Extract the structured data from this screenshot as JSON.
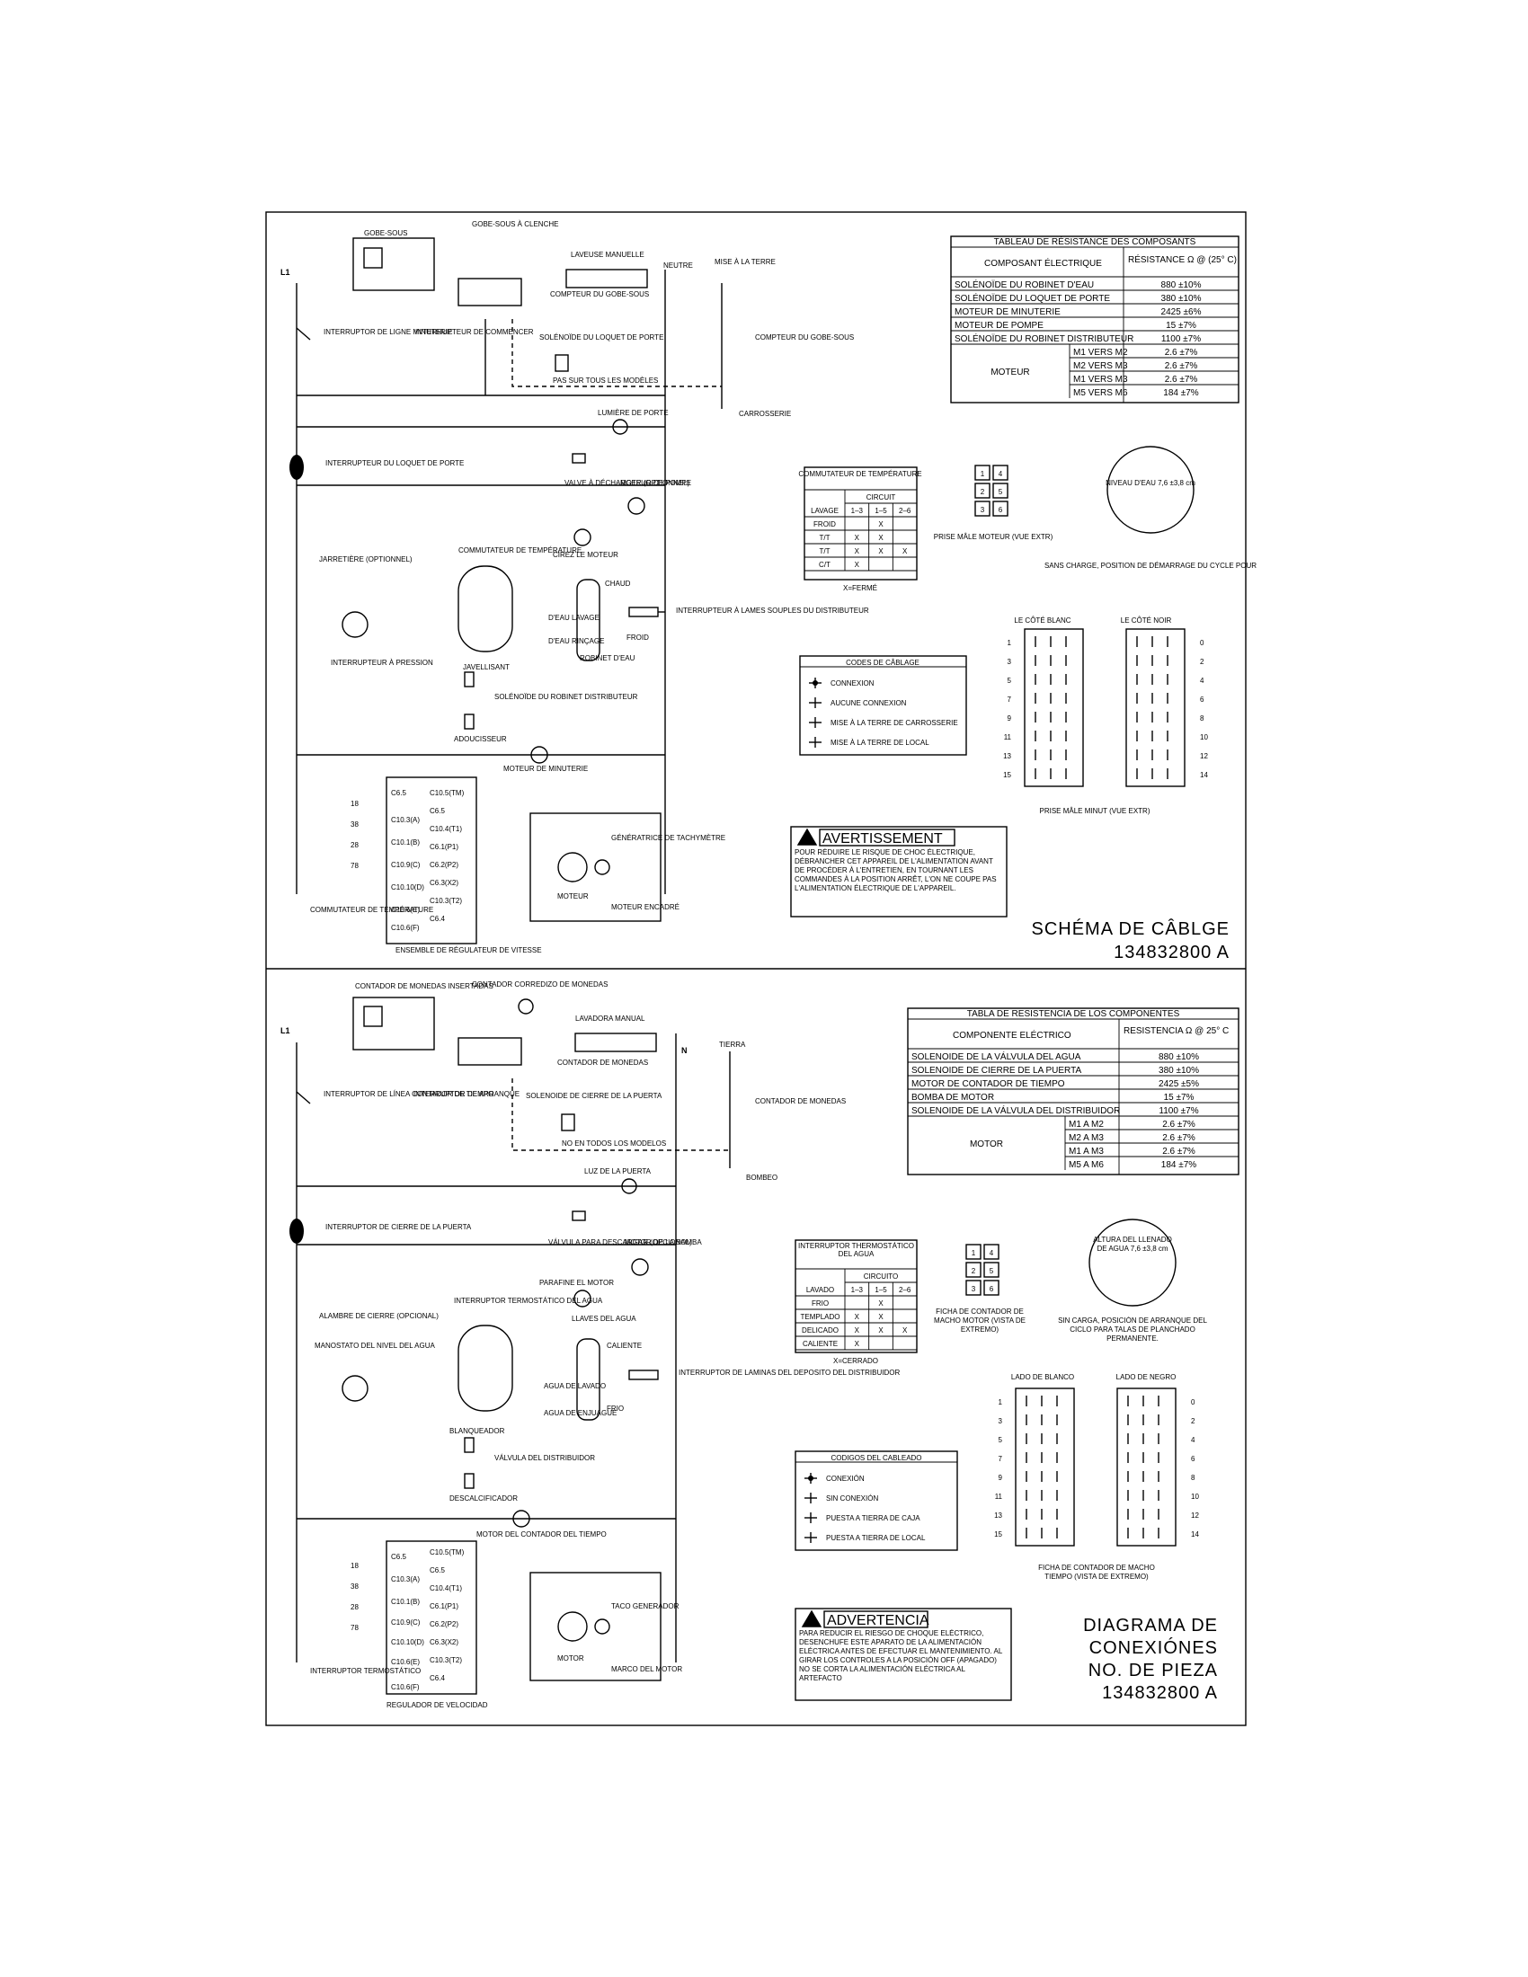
{
  "fr": {
    "l1": "L1",
    "neutre": "NEUTRE",
    "terre": "MISE À LA TERRE",
    "gobe_sous": "GOBE-SOUS",
    "gobe_sous_clenche": "GOBE-SOUS À CLENCHE",
    "laveuse_manuelle": "LAVEUSE MANUELLE",
    "compteur_gobe": "COMPTEUR DU GOBE-SOUS",
    "interrupteur_ligne": "INTERRUPTOR DE LIGNE MINUTERIE",
    "interrupteur_commencer": "INTERRUPTEUR DE COMMENCER",
    "solenoide_loquet": "SOLÉNOÏDE DU LOQUET DE PORTE",
    "compteur_gobe2": "COMPTEUR DU GOBE-SOUS",
    "pas_sur": "PAS SUR TOUS LES MODÈLES",
    "lumiere": "LUMIÈRE DE PORTE",
    "carrosserie": "CARROSSERIE",
    "interrupteur_loquet": "INTERRUPTEUR DU LOQUET DE PORTE",
    "valve": "VALVE À DÉCHARGER (OPTIONNEL)",
    "moteur_pompe": "MOTEUR DE POMPE",
    "cirez": "CIREZ LE MOTEUR",
    "jarretiere": "JARRETIÈRE (OPTIONNEL)",
    "commutateur_temp": "COMMUTATEUR DE TEMPÉRATURE",
    "chaud": "CHAUD",
    "froid": "FROID",
    "deau_lavage": "D'EAU LAVAGE",
    "deau_rincage": "D'EAU RINÇAGE",
    "robinet": "ROBINET D'EAU",
    "interrupteur_lames": "INTERRUPTEUR À LAMES SOUPLES DU DISTRIBUTEUR",
    "interrupteur_pression": "INTERRUPTEUR À PRESSION",
    "javellisant": "JAVELLISANT",
    "sol_distrib": "SOLÉNOÏDE DU ROBINET DISTRIBUTEUR",
    "adoucisseur": "ADOUCISSEUR",
    "moteur_minuterie": "MOTEUR DE MINUTERIE",
    "generatrice": "GÉNÉRATRICE DE TACHYMÈTRE",
    "moteur": "MOTEUR",
    "moteur_encadre": "MOTEUR ENCADRÉ",
    "commutateur_temp2": "COMMUTATEUR DE TEMPÉRATURE",
    "ensemble": "ENSEMBLE DE RÉGULATEUR DE VITESSE",
    "res_title": "TABLEAU DE RÉSISTANCE DES COMPOSANTS",
    "res_col1": "COMPOSANT ÉLECTRIQUE",
    "res_col2": "RÉSISTANCE Ω @ (25° C)",
    "res_rows": [
      [
        "SOLÉNOÏDE DU ROBINET D'EAU",
        "880 ±10%"
      ],
      [
        "SOLÉNOÏDE DU LOQUET DE PORTE",
        "380 ±10%"
      ],
      [
        "MOTEUR DE MINUTERIE",
        "2425 ±6%"
      ],
      [
        "MOTEUR DE POMPE",
        "15 ±7%"
      ],
      [
        "SOLÉNOÏDE DU ROBINET DISTRIBUTEUR",
        "1100 ±7%"
      ]
    ],
    "res_motor": "MOTEUR",
    "res_motor_rows": [
      [
        "M1 VERS M2",
        "2.6 ±7%"
      ],
      [
        "M2 VERS M3",
        "2.6 ±7%"
      ],
      [
        "M1 VERS M3",
        "2.6 ±7%"
      ],
      [
        "M5 VERS M6",
        "184 ±7%"
      ]
    ],
    "comm_title": "COMMUTATEUR DE TEMPÉRATURE",
    "comm_circuit": "CIRCUIT",
    "comm_head": [
      "LAVAGE",
      "1–3",
      "1–5",
      "2–6"
    ],
    "comm_rows": [
      [
        "FROID",
        "",
        "X",
        ""
      ],
      [
        "T/T",
        "X",
        "X",
        ""
      ],
      [
        "T/T",
        "X",
        "X",
        "X"
      ],
      [
        "C/T",
        "X",
        "",
        ""
      ]
    ],
    "comm_note": "X=FERMÉ",
    "prise_moteur": "PRISE MÂLE MOTEUR (VUE EXTR)",
    "plug_nums": [
      "1",
      "4",
      "2",
      "5",
      "3",
      "6"
    ],
    "niveau": "NIVEAU D'EAU 7,6 ±3,8 cm",
    "sans_charge": "SANS CHARGE, POSITION DE DÉMARRAGE DU CYCLE POUR",
    "cote_blanc": "LE CÔTÉ BLANC",
    "cote_noir": "LE CÔTÉ NOIR",
    "left_nums": [
      "1",
      "3",
      "5",
      "7",
      "9",
      "11",
      "13",
      "15"
    ],
    "right_nums": [
      "0",
      "2",
      "4",
      "6",
      "8",
      "10",
      "12",
      "14"
    ],
    "prise_minut": "PRISE MÂLE MINUT (VUE EXTR)",
    "codes_title": "CODES DE CÂBLAGE",
    "codes": [
      "CONNEXION",
      "AUCUNE CONNEXION",
      "MISE À LA TERRE DE CARROSSERIE",
      "MISE À LA TERRE DE LOCAL"
    ],
    "warn_title": "AVERTISSEMENT",
    "warn_text": "POUR RÉDUIRE LE RISQUE DE CHOC ÉLECTRIQUE, DÉBRANCHER CET APPAREIL DE L'ALIMENTATION AVANT DE PROCÉDER À L'ENTRETIEN, EN TOURNANT LES COMMANDES À LA POSITION ARRÊT, L'ON NE COUPE PAS L'ALIMENTATION ÉLECTRIQUE DE L'APPAREIL.",
    "schema_title": "SCHÉMA DE CÂBLGE",
    "schema_num": "134832800 A"
  },
  "es": {
    "l1": "L1",
    "n": "N",
    "tierra": "TIERRA",
    "contador_monedas": "CONTADOR DE MONEDAS INSERTADAS",
    "contador_corredizo": "CONTADOR CORREDIZO DE MONEDAS",
    "lavadora_manual": "LAVADORA MANUAL",
    "contador_monedas2": "CONTADOR DE MONEDAS",
    "interruptor_linea": "INTERRUPTOR DE LÍNEA CONTADOR DE TIEMPO",
    "interruptor_arranque": "INTERRUPTOR DE ARRANQUE",
    "solenoide_cierre": "SOLENOIDE DE CIERRE DE LA PUERTA",
    "contador_monedas3": "CONTADOR DE MONEDAS",
    "no_en_todos": "NO EN TODOS LOS MODELOS",
    "luz_puerta": "LUZ DE LA PUERTA",
    "bombeo": "BOMBEO",
    "interruptor_cierre": "INTERRUPTOR DE CIERRE DE LA PUERTA",
    "valvula": "VÁLVULA PARA DESCARGAR (OPCIONAL)",
    "motor_bomba": "MOTOR DE LA BOMBA",
    "parafine": "PARAFINE EL MOTOR",
    "alambre": "ALAMBRE DE CIERRE (OPCIONAL)",
    "interruptor_termo": "INTERRUPTOR TERMOSTÁTICO DEL AGUA",
    "llaves": "LLAVES DEL AGUA",
    "caliente": "CALIENTE",
    "frio": "FRIO",
    "agua_lavado": "AGUA DE LAVADO",
    "agua_enjuague": "AGUA DE ENJUAGUE",
    "interruptor_laminas": "INTERRUPTOR DE LAMINAS DEL DEPOSITO DEL DISTRIBUIDOR",
    "manostato": "MANOSTATO DEL NIVEL DEL AGUA",
    "blanqueador": "BLANQUEADOR",
    "valvula_distrib": "VÁLVULA DEL DISTRIBUIDOR",
    "descalcificador": "DESCALCIFICADOR",
    "motor_contador": "MOTOR DEL CONTADOR DEL TIEMPO",
    "taco": "TACO GENERADOR",
    "motor": "MOTOR",
    "marco": "MARCO DEL MOTOR",
    "interruptor_termo2": "INTERRUPTOR TERMOSTÁTICO",
    "regulador": "REGULADOR DE VELOCIDAD",
    "res_title": "TABLA DE RESISTENCIA DE LOS COMPONENTES",
    "res_col1": "COMPONENTE ELÉCTRICO",
    "res_col2": "RESISTENCIA Ω @ 25° C",
    "res_rows": [
      [
        "SOLENOIDE DE LA VÁLVULA DEL AGUA",
        "880 ±10%"
      ],
      [
        "SOLENOIDE DE CIERRE DE LA PUERTA",
        "380 ±10%"
      ],
      [
        "MOTOR DE CONTADOR DE TIEMPO",
        "2425 ±5%"
      ],
      [
        "BOMBA DE MOTOR",
        "15 ±7%"
      ],
      [
        "SOLENOIDE DE LA VÁLVULA DEL DISTRIBUIDOR",
        "1100 ±7%"
      ]
    ],
    "res_motor": "MOTOR",
    "res_motor_rows": [
      [
        "M1 A M2",
        "2.6 ±7%"
      ],
      [
        "M2 A M3",
        "2.6 ±7%"
      ],
      [
        "M1 A M3",
        "2.6 ±7%"
      ],
      [
        "M5 A M6",
        "184 ±7%"
      ]
    ],
    "comm_title": "INTERRUPTOR THERMOSTÁTICO DEL AGUA",
    "comm_circuit": "CIRCUITO",
    "comm_head": [
      "LAVADO",
      "1–3",
      "1–5",
      "2–6"
    ],
    "comm_rows": [
      [
        "FRIO",
        "",
        "X",
        ""
      ],
      [
        "TEMPLADO",
        "X",
        "X",
        ""
      ],
      [
        "DELICADO",
        "X",
        "X",
        "X"
      ],
      [
        "CALIENTE",
        "X",
        "",
        ""
      ]
    ],
    "comm_note": "X=CERRADO",
    "ficha_motor": "FICHA DE CONTADOR DE MACHO MOTOR (VISTA DE EXTREMO)",
    "altura": "ALTURA DEL LLENADO DE AGUA 7,6 ±3,8 cm",
    "sin_carga": "SIN CARGA, POSICIÓN DE ARRANQUE DEL CICLO PARA TALAS DE PLANCHADO PERMANENTE.",
    "lado_blanco": "LADO DE BLANCO",
    "lado_negro": "LADO DE NEGRO",
    "ficha_tiempo": "FICHA DE CONTADOR DE MACHO TIEMPO (VISTA DE EXTREMO)",
    "codes_title": "CODIGOS DEL CABLEADO",
    "codes": [
      "CONEXIÓN",
      "SIN CONEXIÓN",
      "PUESTA A TIERRA DE CAJA",
      "PUESTA A TIERRA DE LOCAL"
    ],
    "warn_title": "ADVERTENCIA",
    "warn_text": "PARA REDUCIR EL RIESGO DE CHOQUE ELÉCTRICO, DESENCHUFE ESTE APARATO DE LA ALIMENTACIÓN ELÉCTRICA ANTES DE EFECTUAR EL MANTENIMIENTO. AL GIRAR LOS CONTROLES A LA POSICIÓN OFF (APAGADO) NO SE CORTA LA ALIMENTACIÓN ELÉCTRICA AL ARTEFACTO",
    "diag_title1": "DIAGRAMA DE",
    "diag_title2": "CONEXIÓNES",
    "diag_title3": "NO. DE PIEZA",
    "diag_num": "134832800 A"
  },
  "common": {
    "timer_labels_left": [
      "C6.5",
      "C10.3(A)",
      "C10.1(B)",
      "C10.9(C)",
      "C10.10(D)",
      "C10.6(E)"
    ],
    "timer_labels_right": [
      "C10.5(TM)",
      "C6.5",
      "C10.4(T1)",
      "C6.1(P1)",
      "C6.2(P2)",
      "C6.3(X2)",
      "C10.3(T2)",
      "C6.4"
    ],
    "switch_nums": [
      "18",
      "38",
      "28",
      "78"
    ],
    "temp_term": "C10.6(F)"
  }
}
